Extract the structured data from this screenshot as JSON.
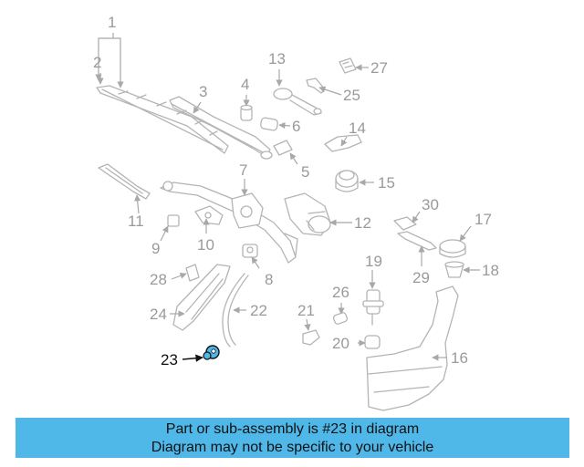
{
  "diagram": {
    "callouts": [
      "1",
      "2",
      "3",
      "4",
      "5",
      "6",
      "7",
      "8",
      "9",
      "10",
      "11",
      "12",
      "13",
      "14",
      "15",
      "16",
      "17",
      "18",
      "19",
      "20",
      "21",
      "22",
      "23",
      "24",
      "25",
      "26",
      "27",
      "28",
      "29",
      "30"
    ],
    "highlighted_callout": "23",
    "highlight_color": "#4fb8e8"
  },
  "banner": {
    "background": "#4fb8e8",
    "line1": "Part or sub-assembly is #23 in diagram",
    "line2": "Diagram may not be specific to your vehicle"
  }
}
